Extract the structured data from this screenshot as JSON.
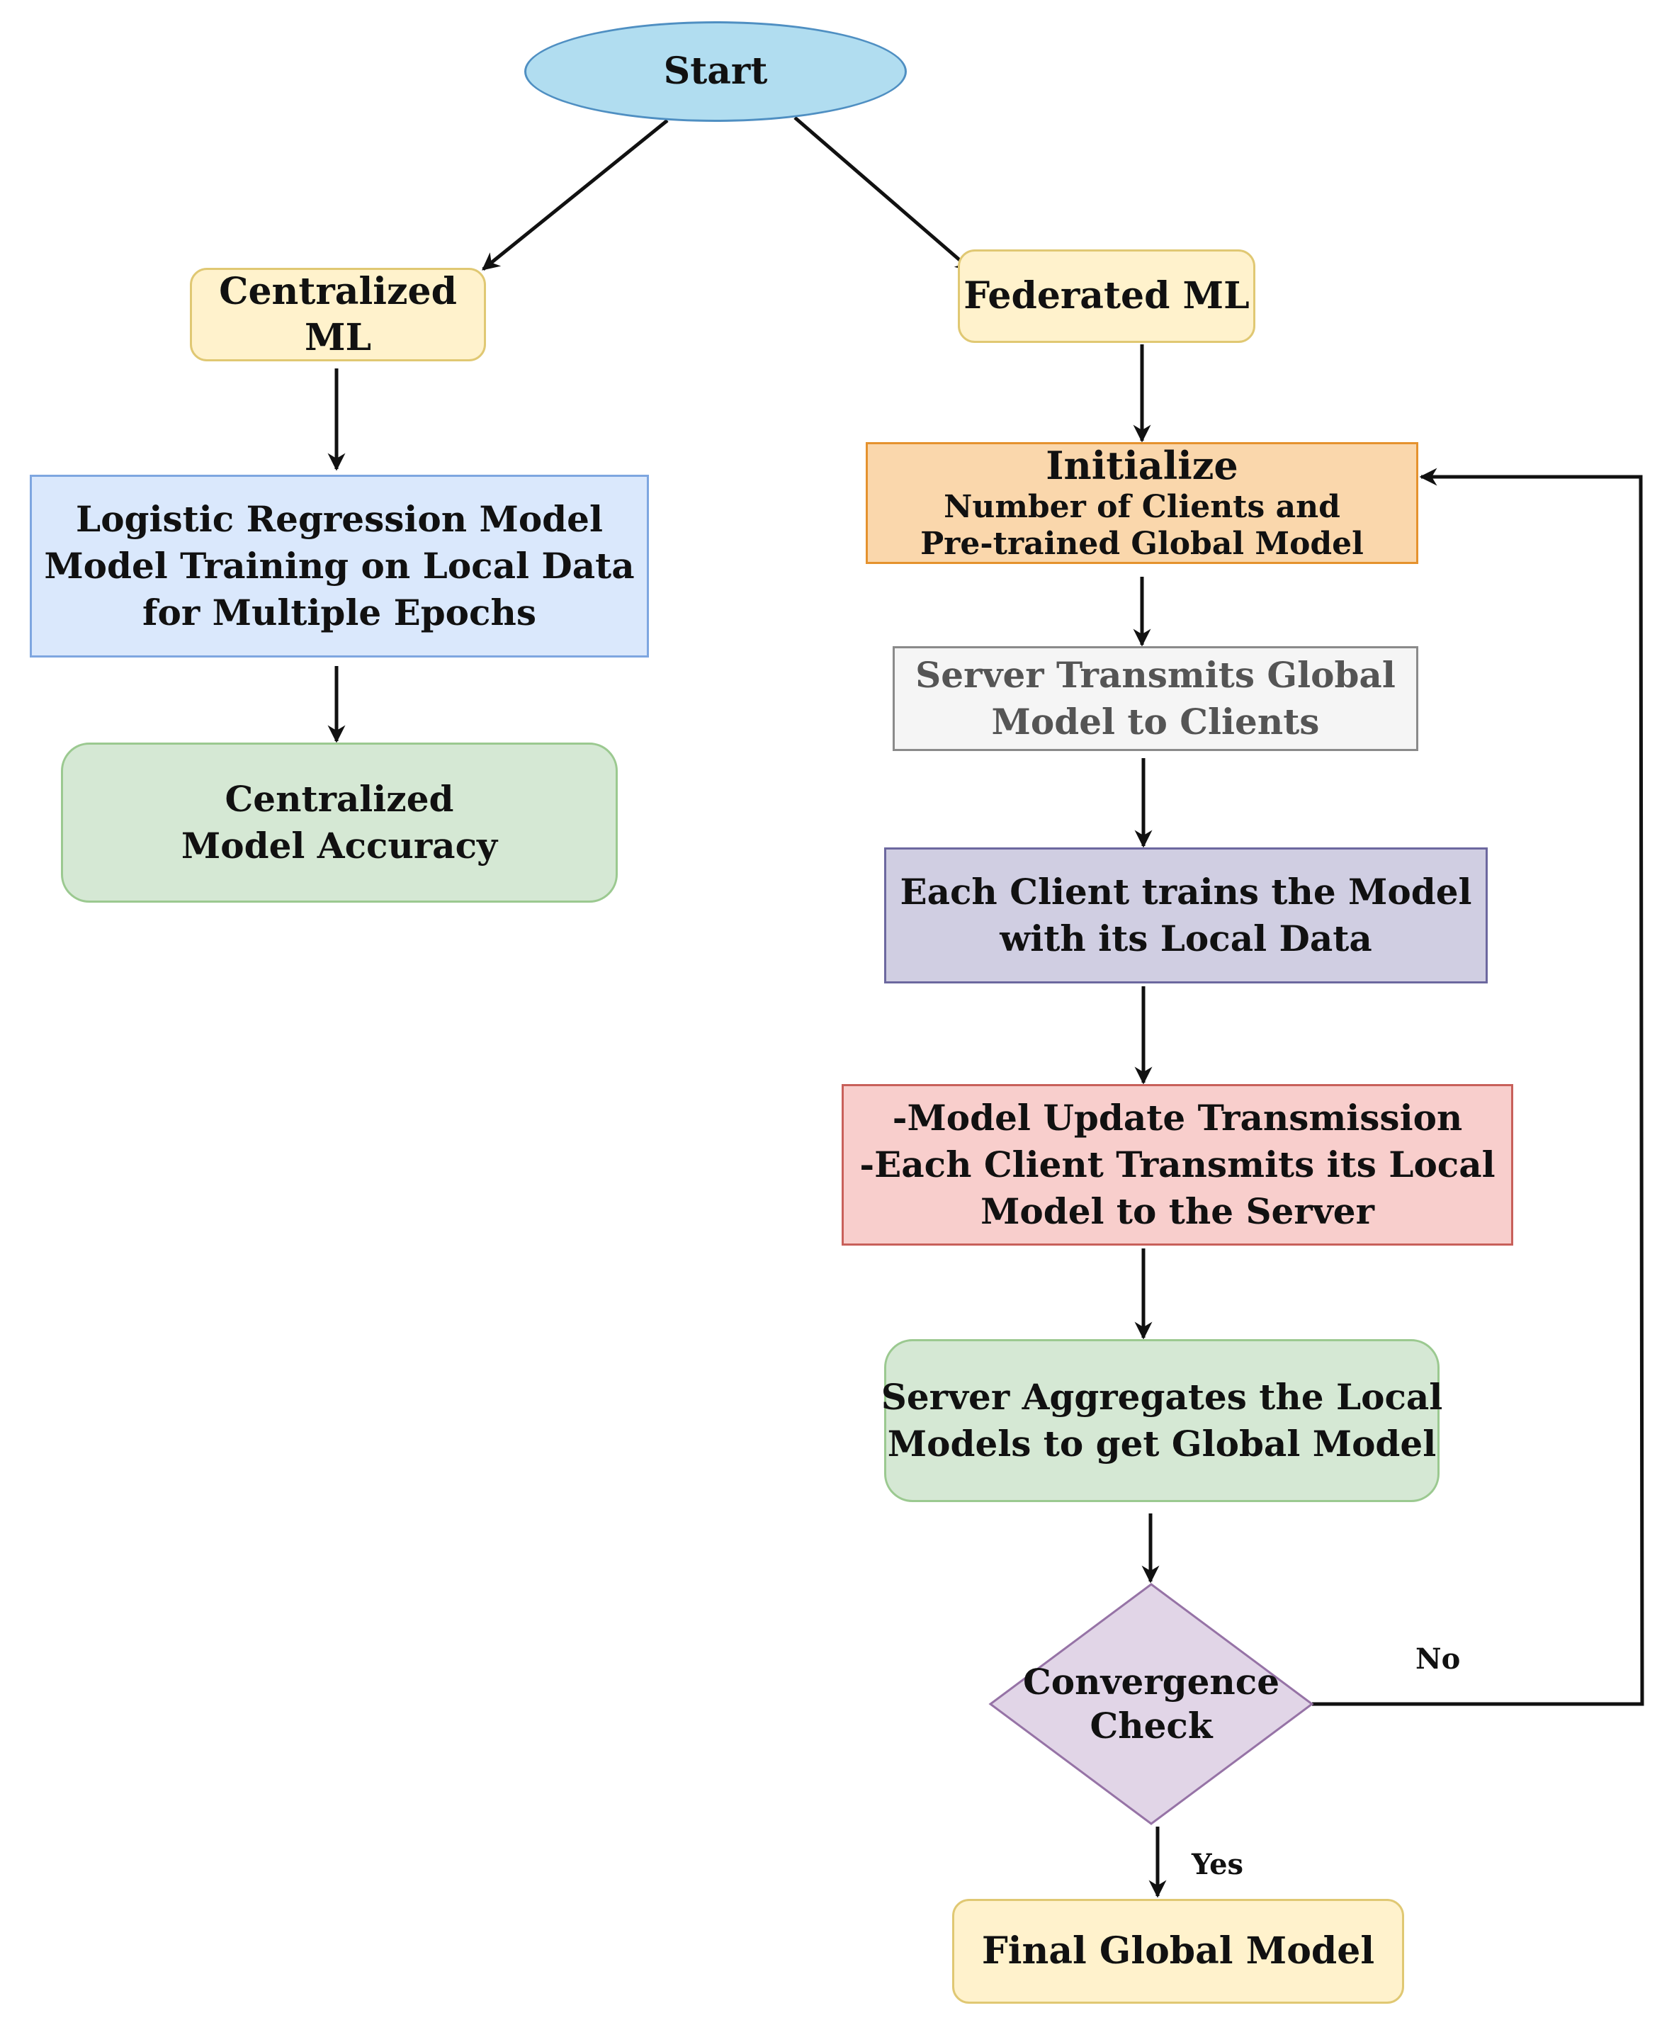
{
  "diagram": {
    "nodes": {
      "start": {
        "lines": [
          "Start"
        ],
        "fill": "#b1ddf0"
      },
      "centralized_ml": {
        "lines": [
          "Centralized",
          "ML"
        ],
        "fill": "#fff2cc"
      },
      "federated_ml": {
        "lines": [
          "Federated ML"
        ],
        "fill": "#fff2cc"
      },
      "logistic_regression": {
        "lines": [
          "Logistic Regression Model",
          "Model Training on Local Data",
          "for Multiple Epochs"
        ],
        "fill": "#dae8fc"
      },
      "centralized_accuracy": {
        "lines": [
          "Centralized",
          "Model Accuracy"
        ],
        "fill": "#d5e8d4"
      },
      "initialize": {
        "lines": [
          "Initialize",
          "Number of Clients and",
          "Pre-trained Global Model"
        ],
        "fill": "#fad7ac"
      },
      "server_transmits": {
        "lines": [
          "Server Transmits Global",
          "Model to Clients"
        ],
        "fill": "#f5f5f5"
      },
      "client_trains": {
        "lines": [
          "Each Client trains the Model",
          "with its Local Data"
        ],
        "fill": "#d0cee2"
      },
      "model_update": {
        "lines": [
          "-Model Update Transmission",
          "-Each Client Transmits its Local",
          "Model to the Server"
        ],
        "fill": "#f8cecc"
      },
      "server_aggregates": {
        "lines": [
          "Server Aggregates the Local",
          "Models to get Global Model"
        ],
        "fill": "#d5e8d4"
      },
      "convergence_check": {
        "lines": [
          "Convergence",
          "Check"
        ],
        "fill": "#e1d5e7",
        "shape": "diamond"
      },
      "final_global_model": {
        "lines": [
          "Final Global Model"
        ],
        "fill": "#fff2cc"
      }
    },
    "edge_labels": {
      "no": "No",
      "yes": "Yes"
    },
    "edges": [
      [
        "start",
        "centralized_ml"
      ],
      [
        "start",
        "federated_ml"
      ],
      [
        "centralized_ml",
        "logistic_regression"
      ],
      [
        "logistic_regression",
        "centralized_accuracy"
      ],
      [
        "federated_ml",
        "initialize"
      ],
      [
        "initialize",
        "server_transmits"
      ],
      [
        "server_transmits",
        "client_trains"
      ],
      [
        "client_trains",
        "model_update"
      ],
      [
        "model_update",
        "server_aggregates"
      ],
      [
        "server_aggregates",
        "convergence_check"
      ],
      [
        "convergence_check",
        "final_global_model",
        "yes"
      ],
      [
        "convergence_check",
        "initialize",
        "no"
      ]
    ]
  }
}
